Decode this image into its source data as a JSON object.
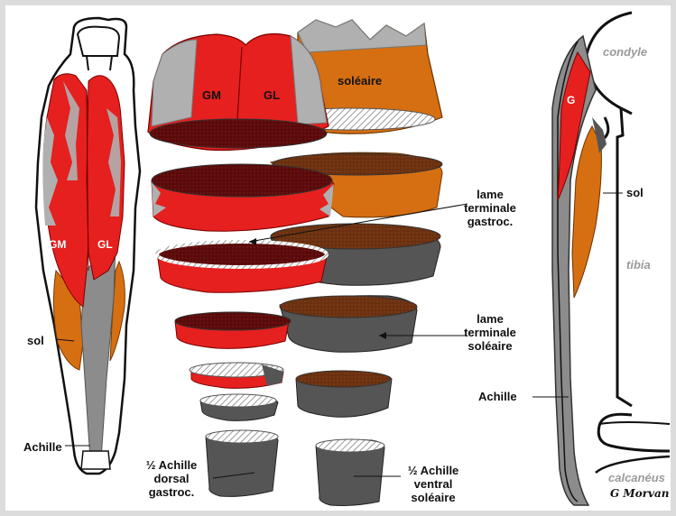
{
  "colors": {
    "muscle_red": "#e5201e",
    "dark_red": "#5a0a0a",
    "soleus_orange": "#d66f12",
    "tendon_grey": "#8c8c8c",
    "dark_grey": "#555555",
    "light_grey": "#b0b0b0",
    "outline": "#111111"
  },
  "left_panel": {
    "gm": "GM",
    "gl": "GL",
    "sol": "sol",
    "achille": "Achille"
  },
  "middle_panel": {
    "gm": "GM",
    "gl": "GL",
    "soleaire": "soléaire",
    "lame_terminale_gastroc": [
      "lame",
      "terminale",
      "gastroc."
    ],
    "lame_terminale_soleaire": [
      "lame",
      "terminale",
      "soléaire"
    ],
    "achille": "Achille",
    "half_achille_dorsal": [
      "½ Achille",
      "dorsal",
      "gastroc."
    ],
    "half_achille_ventral": [
      "½ Achille",
      "ventral",
      "soléaire"
    ]
  },
  "right_panel": {
    "condyle": "condyle",
    "g": "G",
    "sol": "sol",
    "tibia": "tibia",
    "calcaneus": "calcanéus",
    "signature": "G Morvan"
  }
}
